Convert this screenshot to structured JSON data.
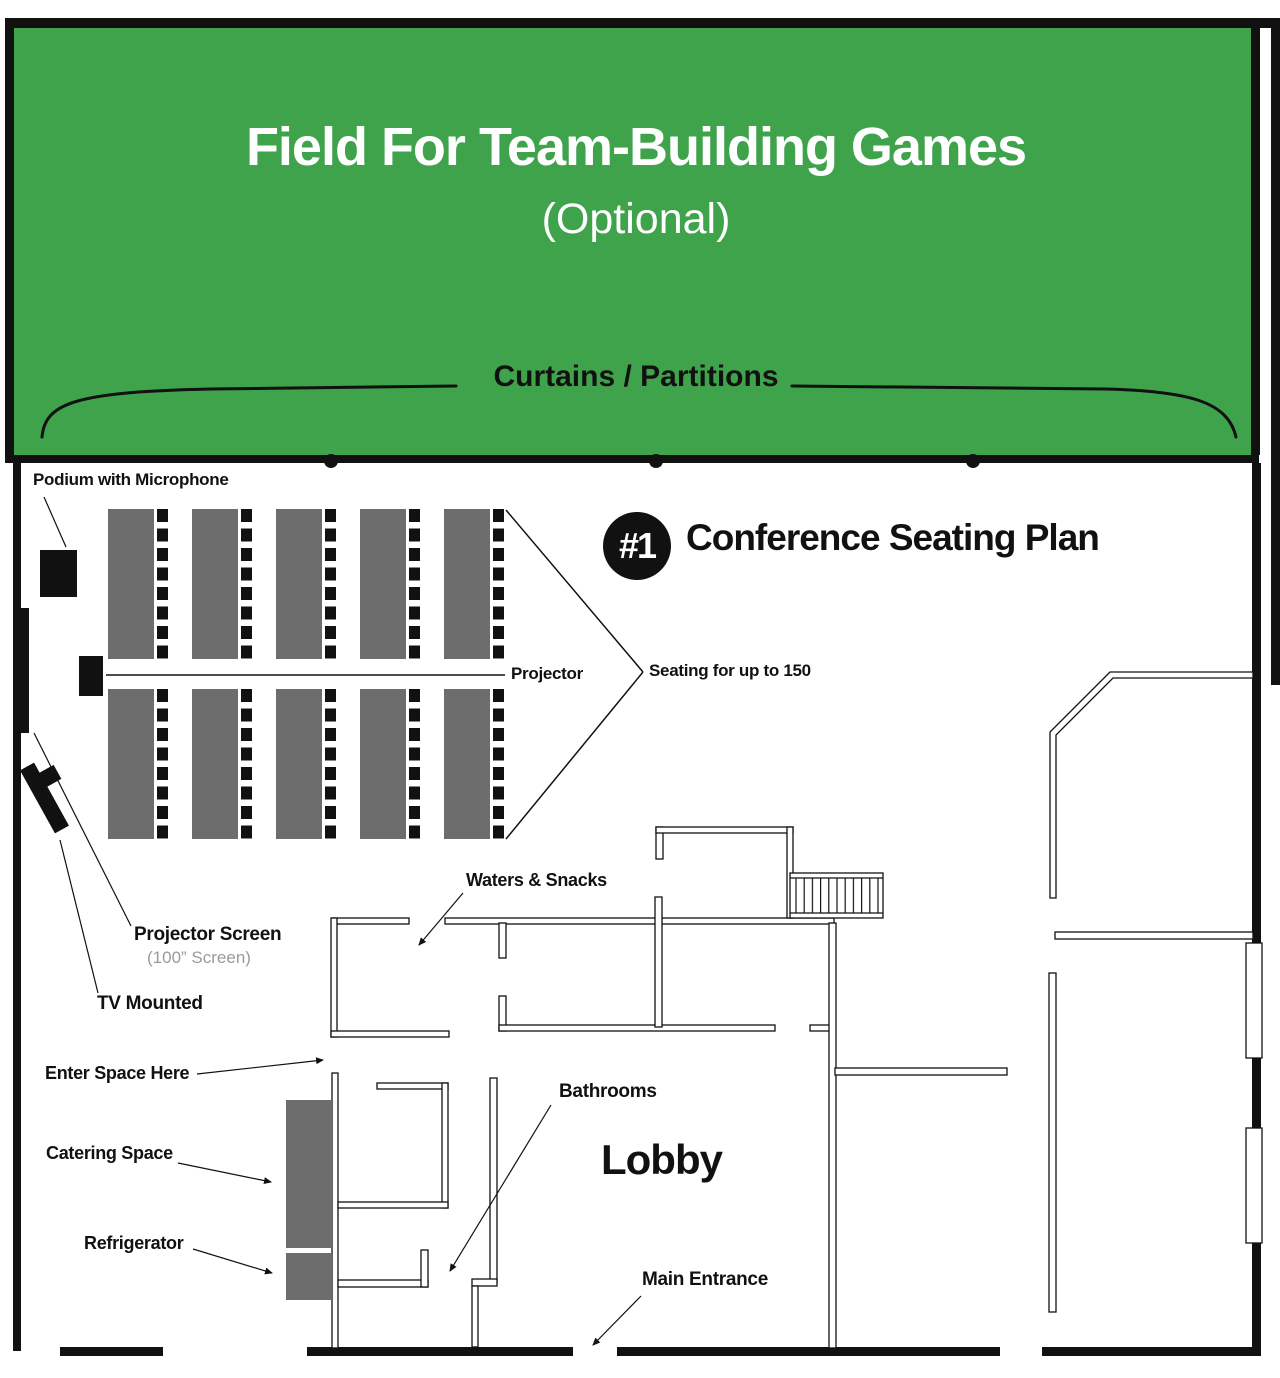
{
  "colors": {
    "green": "#3FA34C",
    "ink": "#111111",
    "table_gray": "#6D6D6D",
    "muted_gray": "#9A9A9A"
  },
  "field": {
    "title": "Field For Team-Building Games",
    "subtitle": "(Optional)",
    "curtains_label": "Curtains / Partitions"
  },
  "conference": {
    "badge": "#1",
    "heading": "Conference Seating Plan",
    "seating_note": "Seating for up to 150",
    "labels": {
      "podium": "Podium with Microphone",
      "projector": "Projector",
      "projector_screen": "Projector Screen",
      "projector_screen_detail": "(100” Screen)",
      "tv": "TV Mounted",
      "enter": "Enter Space Here",
      "catering": "Catering Space",
      "refrigerator": "Refrigerator",
      "waters": "Waters & Snacks",
      "bathrooms": "Bathrooms",
      "lobby": "Lobby",
      "main_entrance": "Main Entrance"
    }
  }
}
